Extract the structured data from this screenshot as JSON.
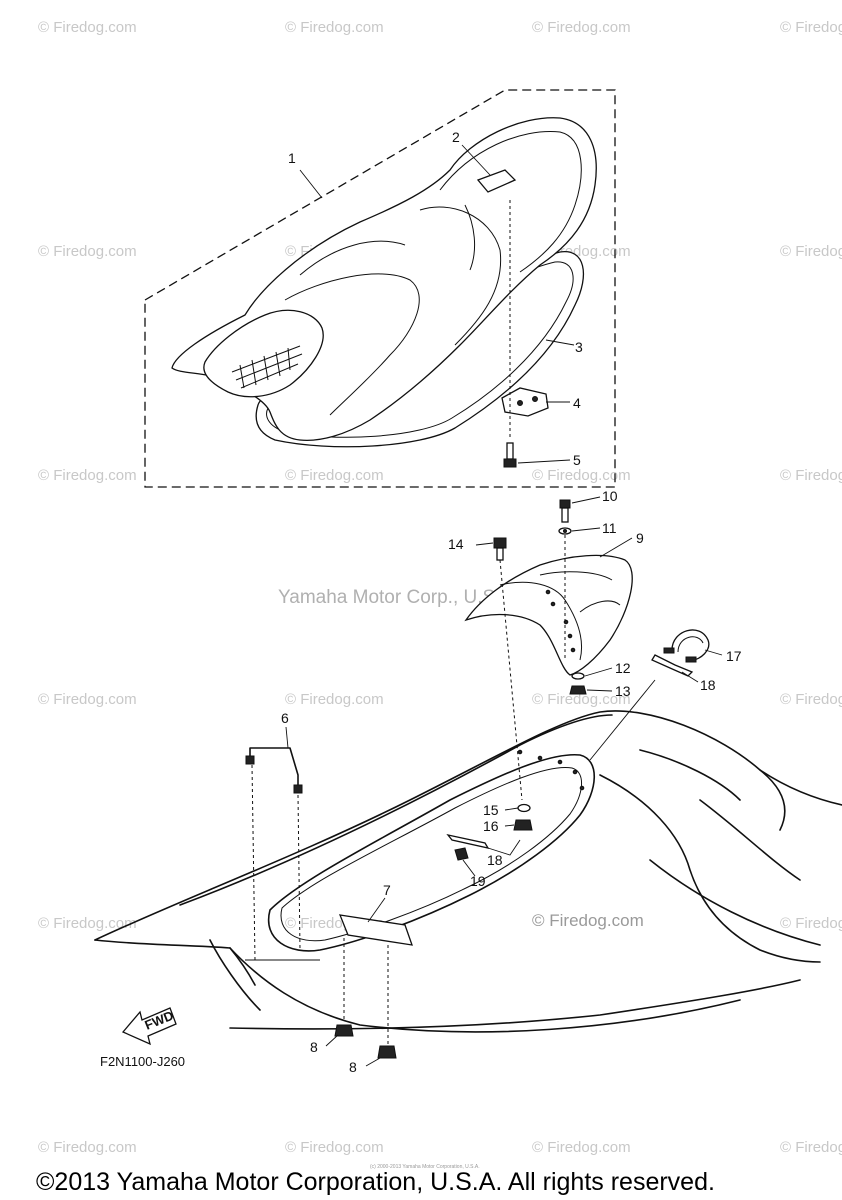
{
  "watermark": "© Firedog.com",
  "center_watermark": "Yamaha Motor Corp., U.S.A.",
  "diagram_code": "F2N1100-J260",
  "fwd_label": "FWD",
  "callouts": [
    "1",
    "2",
    "3",
    "4",
    "5",
    "6",
    "7",
    "8",
    "8",
    "9",
    "10",
    "11",
    "12",
    "13",
    "14",
    "15",
    "16",
    "17",
    "18",
    "18",
    "19"
  ],
  "tiny_notice": "(c) 2000-2013 Yamaha Motor Corporation, U.S.A.",
  "footer": "©2013 Yamaha Motor Corporation, U.S.A. All rights reserved."
}
